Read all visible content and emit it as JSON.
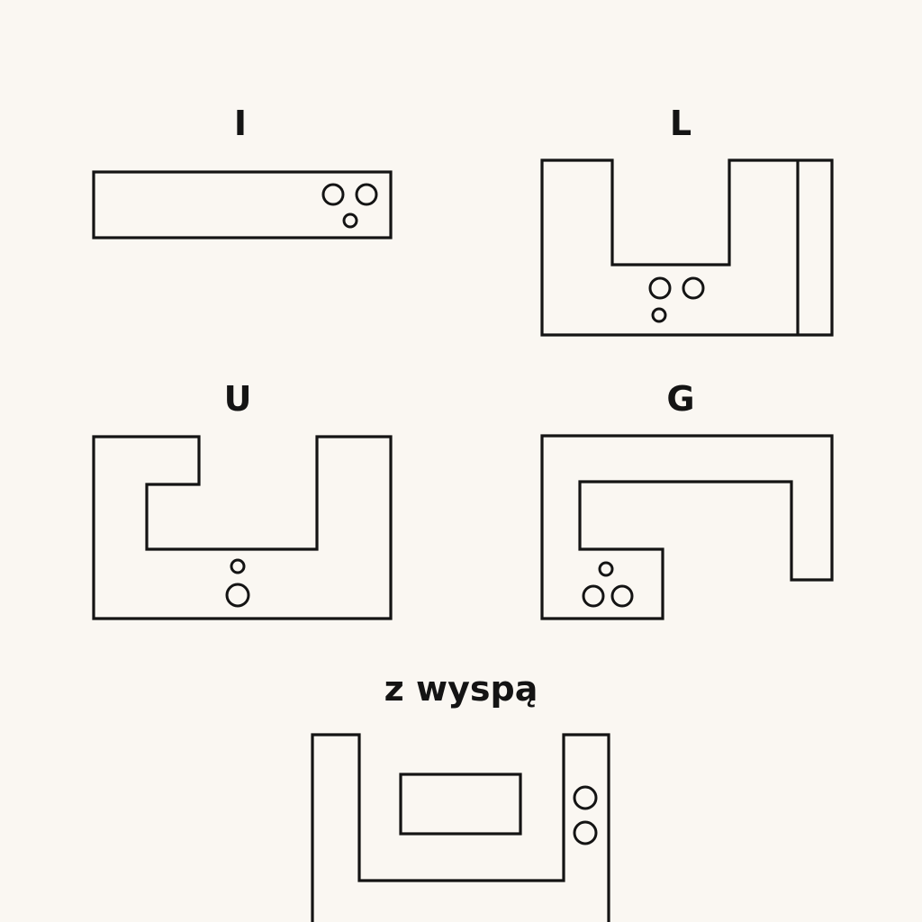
{
  "colors": {
    "background": "#faf7f2",
    "stroke": "#141414"
  },
  "layouts": [
    {
      "id": "i",
      "label": "I"
    },
    {
      "id": "l",
      "label": "L"
    },
    {
      "id": "u",
      "label": "U"
    },
    {
      "id": "g",
      "label": "G"
    },
    {
      "id": "island",
      "label": "z wyspą"
    }
  ]
}
